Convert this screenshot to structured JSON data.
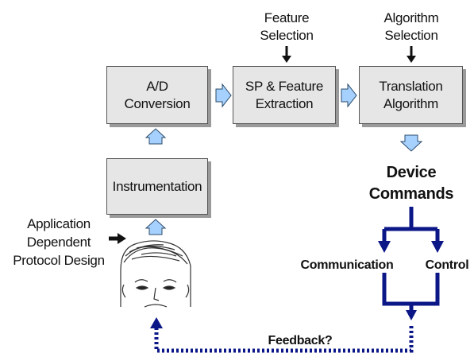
{
  "boxes": {
    "ad": "A/D\nConversion",
    "sp": "SP & Feature\nExtraction",
    "ta": "Translation\nAlgorithm",
    "instr": "Instrumentation"
  },
  "labels": {
    "feature_selection": "Feature\nSelection",
    "algorithm_selection": "Algorithm\nSelection",
    "device_commands": "Device\nCommands",
    "application": "Application\nDependent\nProtocol Design",
    "communication": "Communication",
    "control": "Control",
    "feedback": "Feedback?"
  },
  "colors": {
    "box_fill": "#e6e6e6",
    "block_arrow": "#a6d1ff",
    "feedback_line": "#0b1687",
    "flow_line": "#0b1687"
  },
  "icons": {
    "face": "face-illustration"
  }
}
